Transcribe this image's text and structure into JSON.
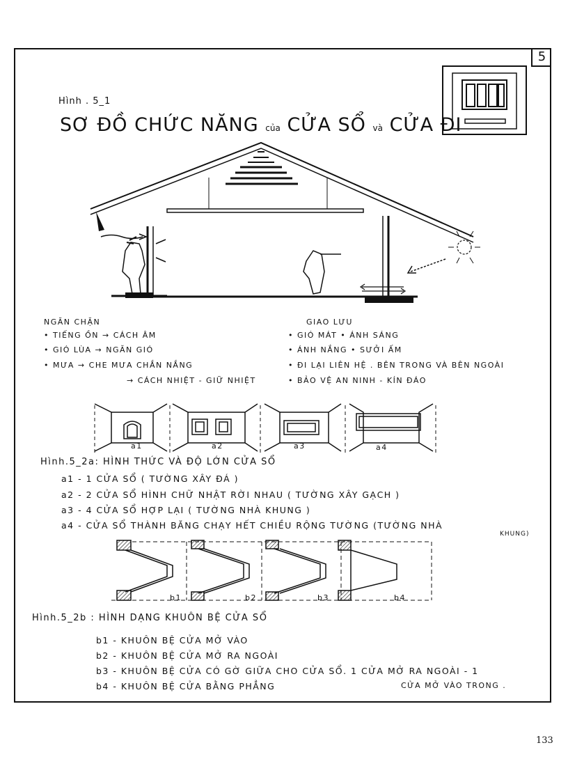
{
  "chapter_badge": "5",
  "figure_5_1": {
    "label": "Hình . 5_1",
    "title_a": "SƠ ĐỒ CHỨC NĂNG",
    "title_b": "của",
    "title_c": "CỬA SỔ",
    "title_d": "và",
    "title_e": "CỬA ĐI"
  },
  "functions": {
    "ngan_chan": {
      "heading": "NGĂN CHẶN",
      "items": [
        "• TIẾNG ỒN  → CÁCH ÂM",
        "• GIÓ LÙA  → NGĂN GIÓ",
        "• MƯA  → CHE MƯA CHẮN NẮNG",
        "→ CÁCH NHIỆT - GIỮ NHIỆT"
      ]
    },
    "giao_luu": {
      "heading": "GIAO LƯU",
      "items": [
        "• GIÓ MÁT  • ÁNH SÁNG",
        "• ÁNH NẮNG  • SƯỞI ẤM",
        "• ĐI LẠI LIÊN HỆ . BÊN TRONG VÀ BÊN NGOÀI",
        "• BẢO VỆ AN NINH - KÍN ĐÁO"
      ]
    }
  },
  "figure_5_2a": {
    "panel_labels": [
      "a1",
      "a2",
      "a3",
      "a4"
    ],
    "caption": "Hình.5_2a: HÌNH THỨC VÀ ĐỘ LỚN CỬA SỔ",
    "notes": [
      "a1 -  1 CỬA SỔ ( TƯỜNG XÂY ĐÁ )",
      "a2 - 2 CỬA SỔ HÌNH CHỮ NHẬT RỜI NHAU ( TƯỜNG XÂY GẠCH )",
      "a3 - 4 CỬA SỔ HỢP LẠI ( TƯỜNG NHÀ KHUNG )",
      "a4 - CỬA SỔ THÀNH BĂNG CHẠY HẾT CHIỀU RỘNG TƯỜNG (TƯỜNG NHÀ",
      "KHUNG)"
    ]
  },
  "figure_5_2b": {
    "panel_labels": [
      "b1",
      "b2",
      "b3",
      "b4"
    ],
    "caption": "Hình.5_2b :  HÌNH DẠNG KHUÔN BỆ CỬA SỔ",
    "notes": [
      "b1 - KHUÔN BỆ CỬA MỞ VÀO",
      "b2 - KHUÔN BỆ CỬA MỞ RA NGOÀI",
      "b3 - KHUÔN BỆ CỬA CÓ GỜ GIỮA CHO CỬA SỔ. 1 CỬA MỞ RA NGOÀI - 1",
      "b4 - KHUÔN BỆ CỬA BẰNG PHẲNG",
      "CỬA MỞ VÀO TRONG ."
    ]
  },
  "page_number": "133"
}
